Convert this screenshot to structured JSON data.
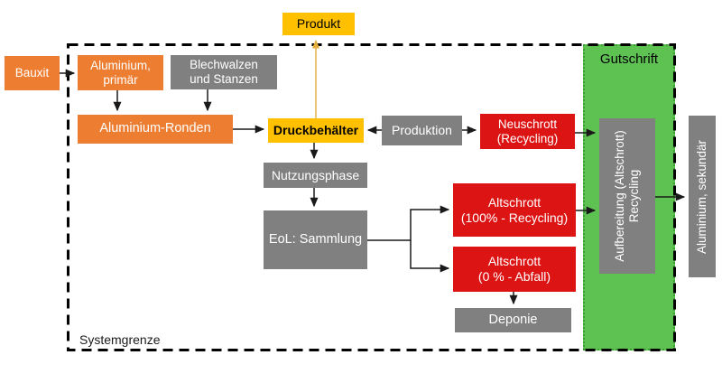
{
  "diagram": {
    "boundary_label": "Systemgrenze",
    "region_label": "Gutschrift",
    "nodes": {
      "produkt": "Produkt",
      "bauxit": "Bauxit",
      "aluminium_primaer": "Aluminium,\nprimär",
      "blechwalzen": "Blechwalzen\nund Stanzen",
      "aluminium_ronden": "Aluminium-Ronden",
      "druckbehaelter": "Druckbehälter",
      "produktion": "Produktion",
      "neuschrott": "Neuschrott\n(Recycling)",
      "nutzungsphase": "Nutzungsphase",
      "eol_sammlung": "EoL: Sammlung",
      "altschrott_recycling": "Altschrott\n(100% - Recycling)",
      "altschrott_abfall": "Altschrott\n(0 % - Abfall)",
      "deponie": "Deponie",
      "aufbereitung": "Aufbereitung (Altschrott)\nRecycling",
      "aluminium_sekundaer": "Aluminium, sekundär"
    },
    "colors": {
      "orange": "#ED7D31",
      "yellow": "#FFC000",
      "gray": "#808080",
      "red": "#DD1414",
      "green_region": "#5EC253",
      "green_dotted_border": "#3B9E33",
      "arrow_black": "#1a1a1a",
      "arrow_gold": "#E4AE3E",
      "boundary_dash": "#000000"
    },
    "edges": [
      {
        "from": "bauxit",
        "to": "aluminium_primaer"
      },
      {
        "from": "aluminium_primaer",
        "to": "aluminium_ronden"
      },
      {
        "from": "blechwalzen",
        "to": "aluminium_ronden"
      },
      {
        "from": "aluminium_ronden",
        "to": "druckbehaelter"
      },
      {
        "from": "produktion",
        "to": "druckbehaelter"
      },
      {
        "from": "produktion",
        "to": "neuschrott"
      },
      {
        "from": "neuschrott",
        "to": "aufbereitung"
      },
      {
        "from": "druckbehaelter",
        "to": "produkt"
      },
      {
        "from": "druckbehaelter",
        "to": "nutzungsphase"
      },
      {
        "from": "nutzungsphase",
        "to": "eol_sammlung"
      },
      {
        "from": "eol_sammlung",
        "to": "altschrott_recycling"
      },
      {
        "from": "eol_sammlung",
        "to": "altschrott_abfall"
      },
      {
        "from": "altschrott_recycling",
        "to": "aufbereitung"
      },
      {
        "from": "altschrott_abfall",
        "to": "deponie"
      },
      {
        "from": "aufbereitung",
        "to": "aluminium_sekundaer"
      }
    ]
  }
}
